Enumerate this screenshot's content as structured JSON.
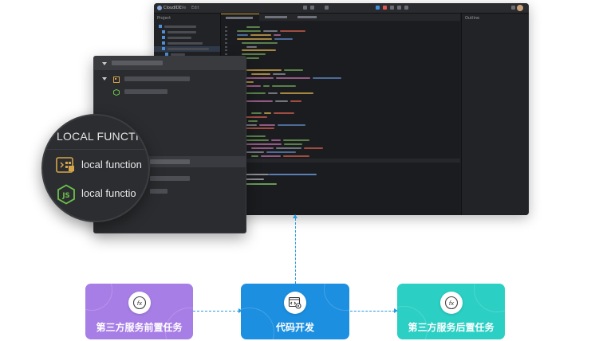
{
  "ide": {
    "brand": "CloudIDE",
    "menu_items": [
      "File",
      "Edit"
    ],
    "left_pane_title": "Project",
    "right_pane_title": "Outline"
  },
  "magnifier": {
    "section_title": "LOCAL FUNCTIO",
    "items": [
      {
        "label": "local function",
        "icon": "function-package-icon"
      },
      {
        "label": "local functio",
        "icon": "nodejs-icon"
      }
    ]
  },
  "flow": {
    "steps": [
      {
        "label": "第三方服务前置任务",
        "icon": "fx-function-icon",
        "color": "#a77ee6"
      },
      {
        "label": "代码开发",
        "icon": "code-gear-icon",
        "color": "#1c8fe0"
      },
      {
        "label": "第三方服务后置任务",
        "icon": "fx-function-icon",
        "color": "#2bcfc4"
      }
    ]
  },
  "colors": {
    "accent_blue": "#2a9be0",
    "purple": "#a77ee6",
    "teal": "#2bcfc4",
    "ide_bg": "#1d1e21"
  }
}
